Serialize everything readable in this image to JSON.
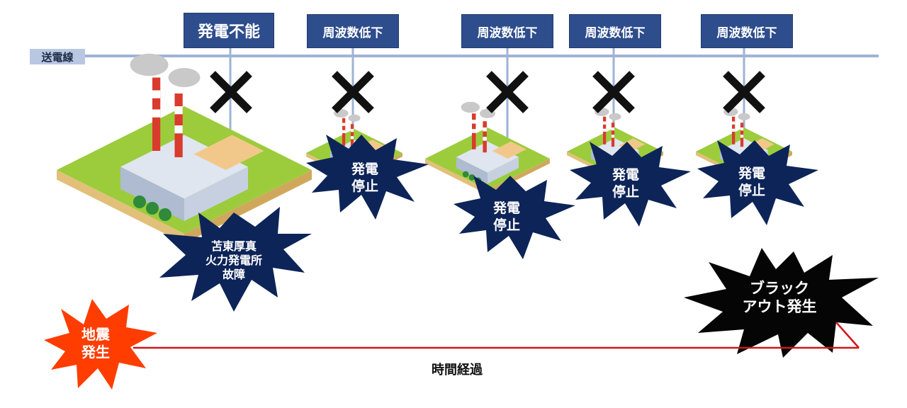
{
  "transmission_line_label": "送電線",
  "status_labels": [
    "発電不能",
    "周波数低下",
    "周波数低下",
    "周波数低下",
    "周波数低下"
  ],
  "main_plant_burst": [
    "苫東厚真",
    "火力発電所",
    "故障"
  ],
  "stop_bursts": [
    [
      "発電",
      "停止"
    ],
    [
      "発電",
      "停止"
    ],
    [
      "発電",
      "停止"
    ],
    [
      "発電",
      "停止"
    ]
  ],
  "earthquake_burst": [
    "地震",
    "発生"
  ],
  "blackout_burst": [
    "ブラック",
    "アウト発生"
  ],
  "timeline_label": "時間経過",
  "colors": {
    "label_bg": "#2e4d8c",
    "line": "#9fb3d6",
    "stop_burst": "#0d2458",
    "earthquake": "#ff3d00",
    "blackout": "#050505",
    "timeline": "#d01818",
    "ground": "#9ccc3c"
  }
}
